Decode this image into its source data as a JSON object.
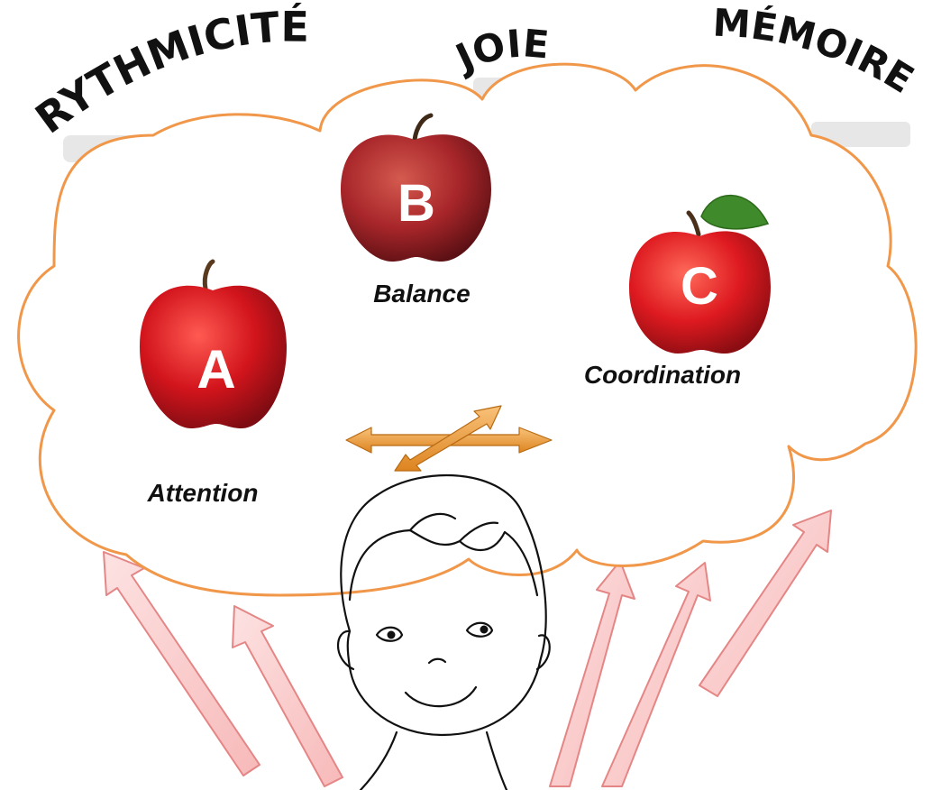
{
  "words": {
    "rythmicite": "RYTHMICITÉ",
    "joie": "JOIE",
    "memoire": "MÉMOIRE"
  },
  "apples": {
    "a": {
      "letter": "A",
      "caption": "Attention"
    },
    "b": {
      "letter": "B",
      "caption": "Balance"
    },
    "c": {
      "letter": "C",
      "caption": "Coordination"
    }
  },
  "colors": {
    "cloud_stroke": "#f0974a",
    "arrow_fill": "#fbd1d1",
    "arrow_stroke": "#e58686",
    "cross_arrow": "#f4a24a",
    "apple_red": "#d2141c",
    "apple_dark": "#8e1a1f"
  }
}
